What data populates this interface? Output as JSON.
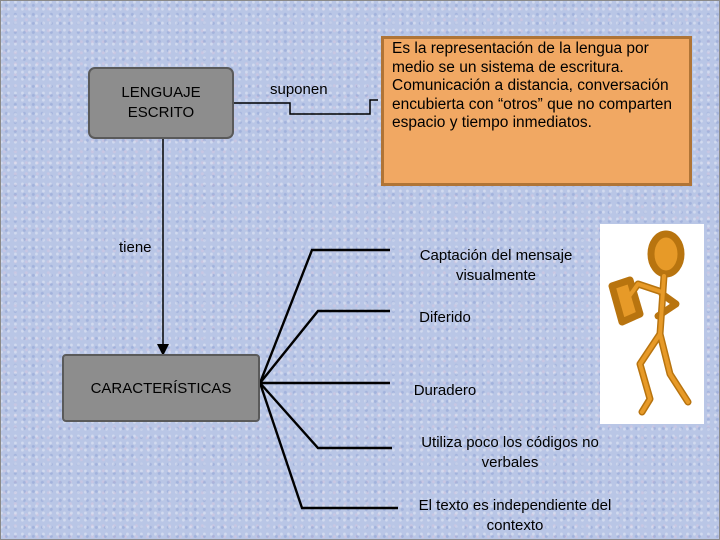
{
  "nodes": {
    "lenguaje": "LENGUAJE ESCRITO",
    "suponen": "suponen",
    "definicion": [
      "Es la representación  de la lengua por  medio se un sistema de escritura.",
      "Comunicación a distancia, conversación encubierta con “otros” que no comparten espacio y tiempo inmediatos."
    ],
    "tiene": "tiene",
    "caracteristicas_label": "CARACTERÍSTICAS"
  },
  "caracteristicas": [
    "Captación del mensaje visualmente",
    "Diferido",
    "Duradero",
    "Utiliza poco los códigos no verbales",
    "El texto es independiente del contexto"
  ],
  "colors": {
    "box_gray": "#8d8d8d",
    "definition_fill": "#f1a863",
    "figure_color": "#d98a1a"
  },
  "icons": {
    "figure": "reading-person-figure"
  }
}
